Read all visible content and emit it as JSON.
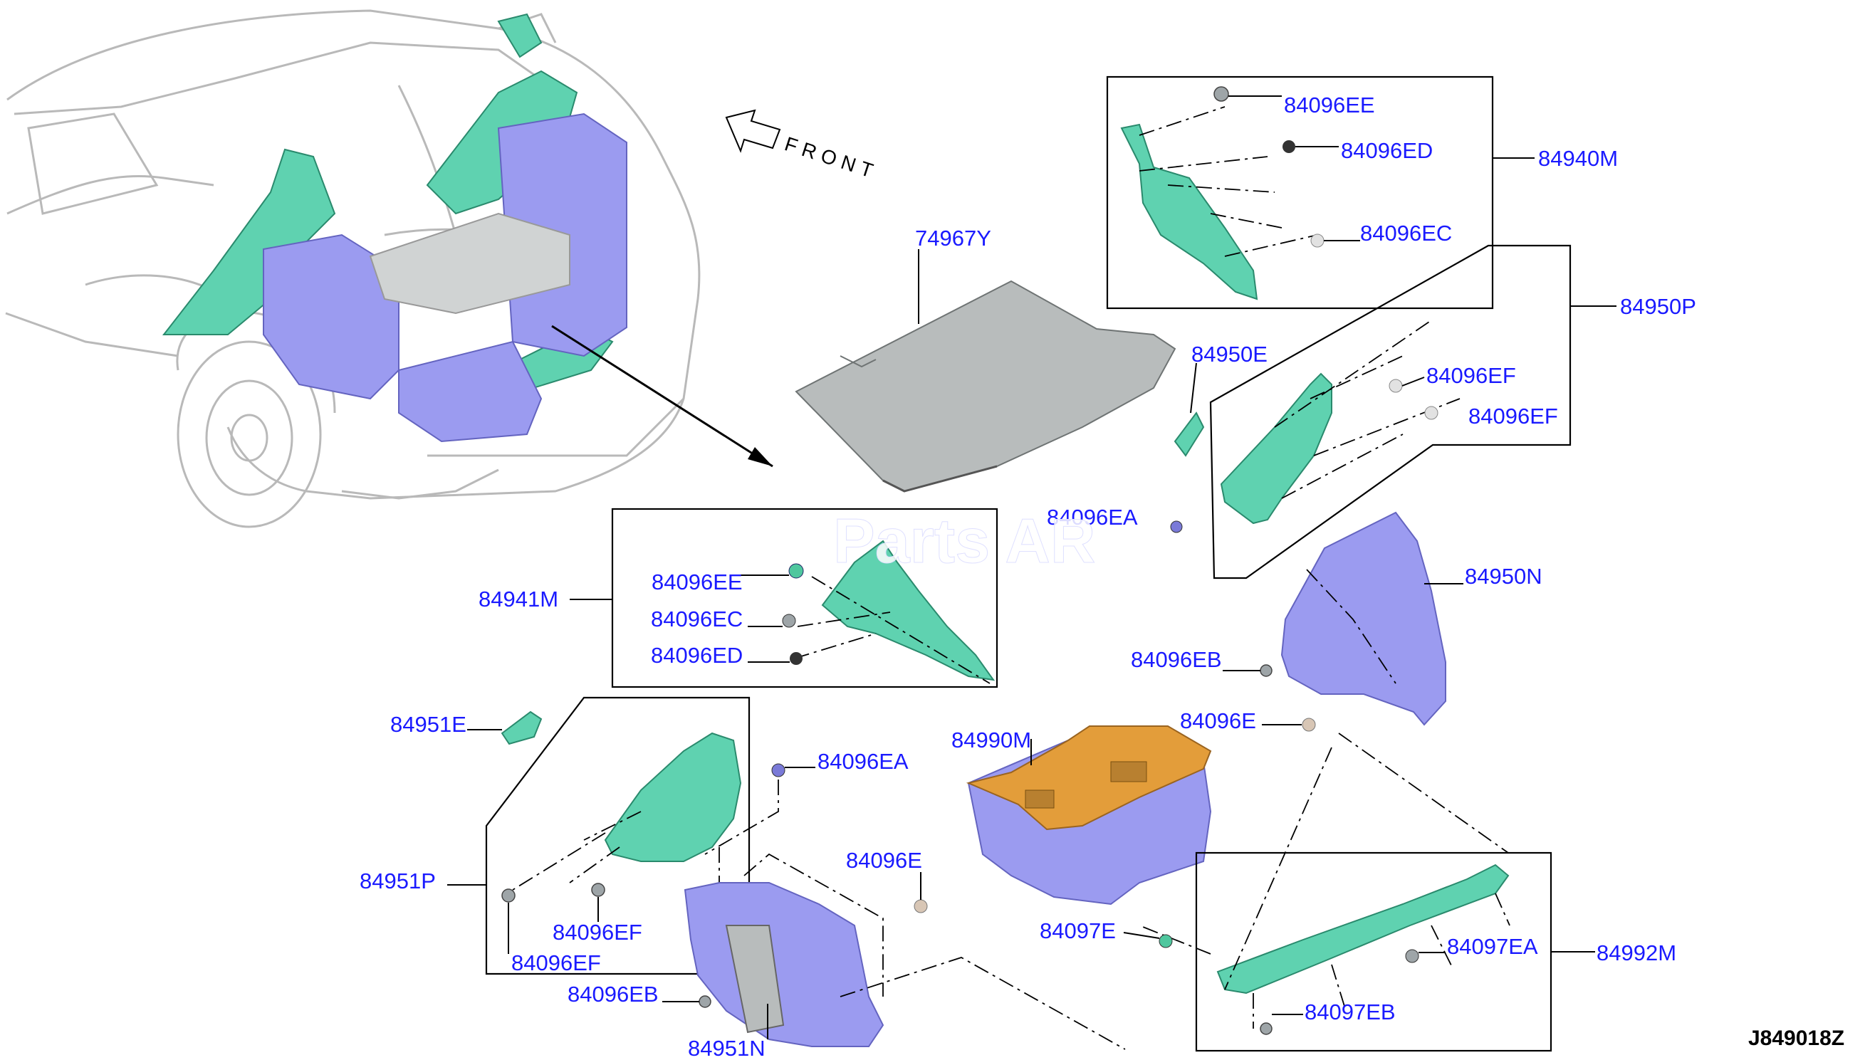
{
  "diagram": {
    "direction_label": "FRONT",
    "figure_code": "J849018Z",
    "watermark": "Parts AR",
    "labels": {
      "l74967Y": "74967Y",
      "l84940M": "84940M",
      "l84096EE_a": "84096EE",
      "l84096ED_a": "84096ED",
      "l84096EC_a": "84096EC",
      "l84950P": "84950P",
      "l84950E": "84950E",
      "l84096EF_a": "84096EF",
      "l84096EF_b": "84096EF",
      "l84096EA_a": "84096EA",
      "l84950N": "84950N",
      "l84096EB_a": "84096EB",
      "l84096E_a": "84096E",
      "l84941M": "84941M",
      "l84096EE_b": "84096EE",
      "l84096EC_b": "84096EC",
      "l84096ED_b": "84096ED",
      "l84951E": "84951E",
      "l84096EA_b": "84096EA",
      "l84951P": "84951P",
      "l84096EF_c": "84096EF",
      "l84096EF_d": "84096EF",
      "l84096EB_b": "84096EB",
      "l84951N": "84951N",
      "l84096E_b": "84096E",
      "l84990M": "84990M",
      "l84097E": "84097E",
      "l84097EA": "84097EA",
      "l84992M": "84992M",
      "l84097EB": "84097EB"
    },
    "colors": {
      "label": "#1a1aff",
      "trim_green": "#5fd2b0",
      "trim_purple": "#9b9bf0",
      "mat_grey": "#b8bcbc",
      "tray_orange": "#e39d3a"
    }
  }
}
